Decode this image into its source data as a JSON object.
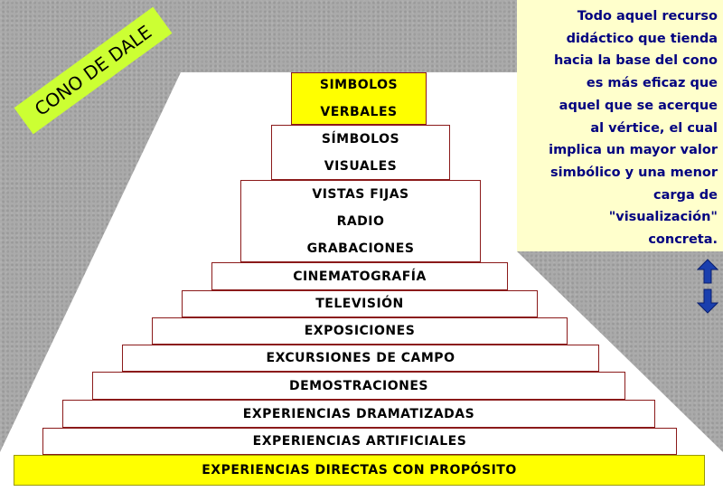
{
  "title": "CONO DE DALE",
  "cone_levels": [
    {
      "lines": [
        "SIMBOLOS",
        "VERBALES"
      ]
    },
    {
      "lines": [
        "SÍMBOLOS",
        "VISUALES"
      ]
    },
    {
      "lines": [
        "VISTAS FIJAS",
        "RADIO",
        "GRABACIONES"
      ]
    },
    {
      "lines": [
        "CINEMATOGRAFÍA"
      ]
    },
    {
      "lines": [
        "TELEVISIÓN"
      ]
    },
    {
      "lines": [
        "EXPOSICIONES"
      ]
    },
    {
      "lines": [
        "EXCURSIONES DE CAMPO"
      ]
    },
    {
      "lines": [
        "DEMOSTRACIONES"
      ]
    },
    {
      "lines": [
        "EXPERIENCIAS DRAMATIZADAS"
      ]
    },
    {
      "lines": [
        "EXPERIENCIAS ARTIFICIALES"
      ]
    },
    {
      "lines": [
        "EXPERIENCIAS DIRECTAS CON PROPÓSITO"
      ]
    }
  ],
  "info_text": [
    "Todo aquel recurso",
    "didáctico que tienda",
    "hacia la base del cono",
    "es más eficaz que",
    "aquel que se acerque",
    "al vértice, el cual",
    "implica un mayor valor",
    "simbólico y una menor",
    "carga de",
    "\"visualización\"",
    "concreta."
  ],
  "icons": {
    "up": "arrow-up-icon",
    "down": "arrow-down-icon"
  },
  "colors": {
    "accent_yellow": "#ffff00",
    "banner_green": "#ccff33",
    "info_bg": "#ffffcc",
    "info_text": "#000080",
    "step_border": "#8b1a1a"
  }
}
